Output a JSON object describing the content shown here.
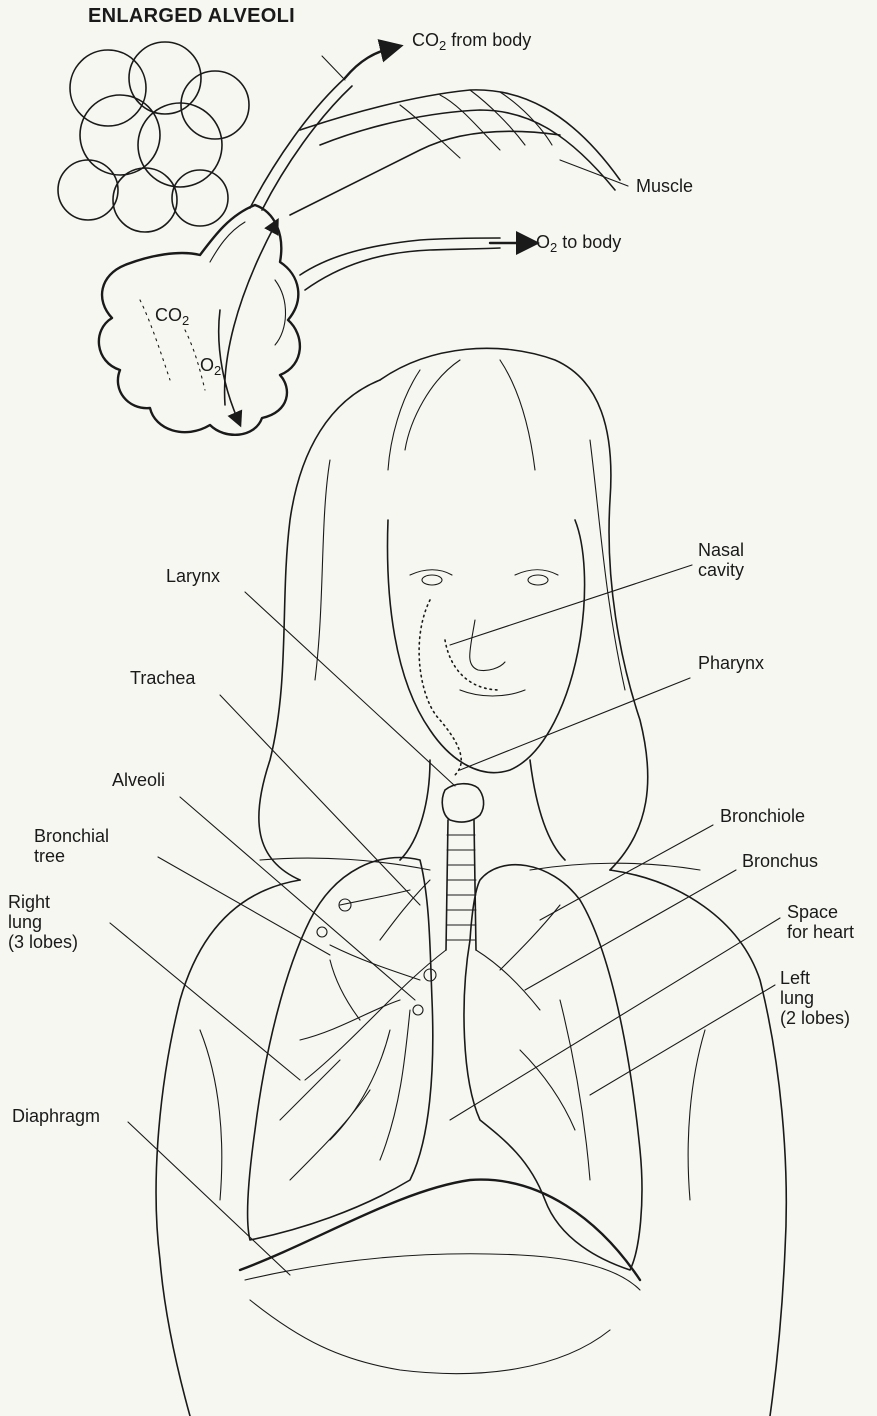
{
  "title": "ENLARGED ALVEOLI",
  "alveoli_inset": {
    "co2_from_body": {
      "prefix": "CO",
      "sub": "2",
      "suffix": " from body"
    },
    "o2_to_body": {
      "prefix": "O",
      "sub": "2",
      "suffix": " to body"
    },
    "muscle": "Muscle",
    "co2_inner": {
      "prefix": "CO",
      "sub": "2"
    },
    "o2_inner": {
      "prefix": "O",
      "sub": "2"
    }
  },
  "labels": {
    "larynx": "Larynx",
    "nasal_cavity": [
      "Nasal",
      "cavity"
    ],
    "trachea": "Trachea",
    "pharynx": "Pharynx",
    "alveoli": "Alveoli",
    "bronchial_tree": [
      "Bronchial",
      "tree"
    ],
    "bronchiole": "Bronchiole",
    "bronchus": "Bronchus",
    "right_lung": [
      "Right",
      "lung",
      "(3 lobes)"
    ],
    "space_for_heart": [
      "Space",
      "for heart"
    ],
    "left_lung": [
      "Left",
      "lung",
      "(2 lobes)"
    ],
    "diaphragm": "Diaphragm"
  },
  "colors": {
    "ink": "#1a1a1a",
    "paper": "#f7f7f2"
  }
}
